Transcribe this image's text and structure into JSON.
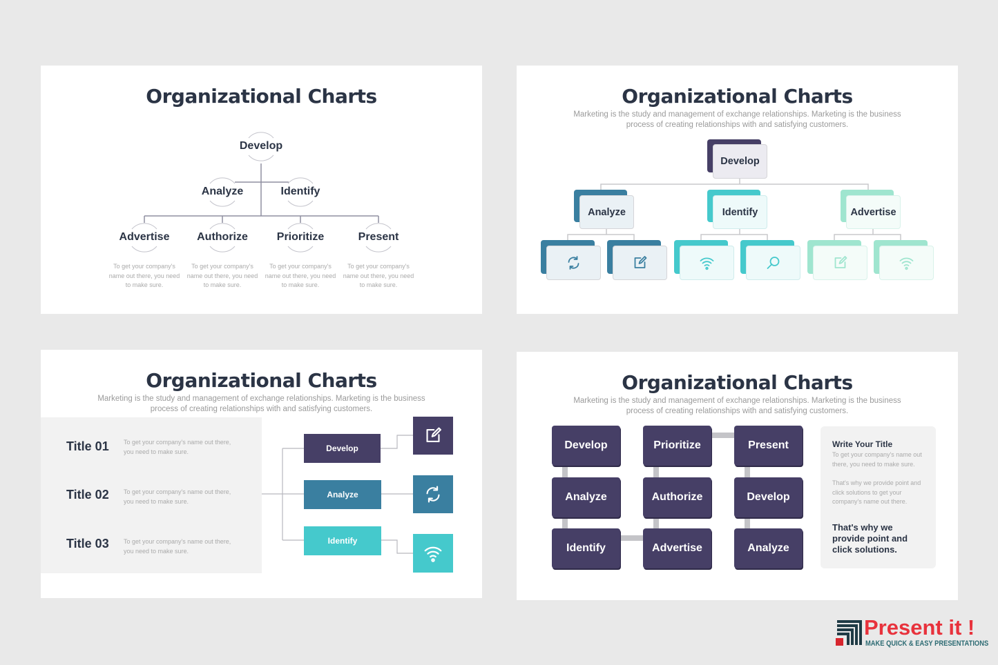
{
  "colors": {
    "navy": "#463f66",
    "blue": "#3a7fa0",
    "cyan": "#45c9cc",
    "mint": "#9fe5cf",
    "title": "#2b3445",
    "logo_red": "#e8323c",
    "logo_teal": "#2d6b73"
  },
  "slide1": {
    "title": "Organizational Charts",
    "root": "Develop",
    "level2": [
      "Analyze",
      "Identify"
    ],
    "level3": [
      {
        "label": "Advertise",
        "desc": "To get your company's name out there, you need to make sure."
      },
      {
        "label": "Authorize",
        "desc": "To get your company's name out there, you need to make sure."
      },
      {
        "label": "Prioritize",
        "desc": "To get your company's name out there, you need to make sure."
      },
      {
        "label": "Present",
        "desc": "To get your company's name out there, you need to make sure."
      }
    ]
  },
  "slide2": {
    "title": "Organizational Charts",
    "subtitle1": "Marketing is the study and management of exchange relationships. Marketing is the business",
    "subtitle2": "process of creating relationships with and satisfying customers.",
    "root": "Develop",
    "level2": [
      "Analyze",
      "Identify",
      "Advertise"
    ],
    "leaf_icons": [
      "refresh-icon",
      "edit-icon",
      "wifi-icon",
      "search-icon",
      "edit-icon",
      "wifi-icon"
    ]
  },
  "slide3": {
    "title": "Organizational Charts",
    "subtitle1": "Marketing is the study and management of exchange relationships. Marketing is the business",
    "subtitle2": "process of creating relationships with and satisfying customers.",
    "rows": [
      {
        "title": "Title 01",
        "desc1": "To get your company's name out there,",
        "desc2": "you need to make sure."
      },
      {
        "title": "Title 02",
        "desc1": "To get your company's name out there,",
        "desc2": "you need to make sure."
      },
      {
        "title": "Title 03",
        "desc1": "To get your company's name out there,",
        "desc2": "you need to make sure."
      }
    ],
    "boxes": [
      "Develop",
      "Analyze",
      "Identify"
    ],
    "icons": [
      "edit-icon",
      "refresh-icon",
      "wifi-icon"
    ]
  },
  "slide4": {
    "title": "Organizational Charts",
    "subtitle1": "Marketing is the study and management of exchange relationships. Marketing is the business",
    "subtitle2": "process of creating relationships with and satisfying customers.",
    "grid": [
      "Develop",
      "Prioritize",
      "Present",
      "Analyze",
      "Authorize",
      "Develop",
      "Identify",
      "Advertise",
      "Analyze"
    ],
    "panel": {
      "heading": "Write Your Title",
      "p1": "To get your company's name out there, you need to make sure.",
      "p2": "That's why we provide point and click solutions to get your company's name out there.",
      "bold": "That's why we provide point and click solutions."
    }
  },
  "logo": {
    "name": "Present it !",
    "tagline": "MAKE QUICK & EASY PRESENTATIONS"
  }
}
